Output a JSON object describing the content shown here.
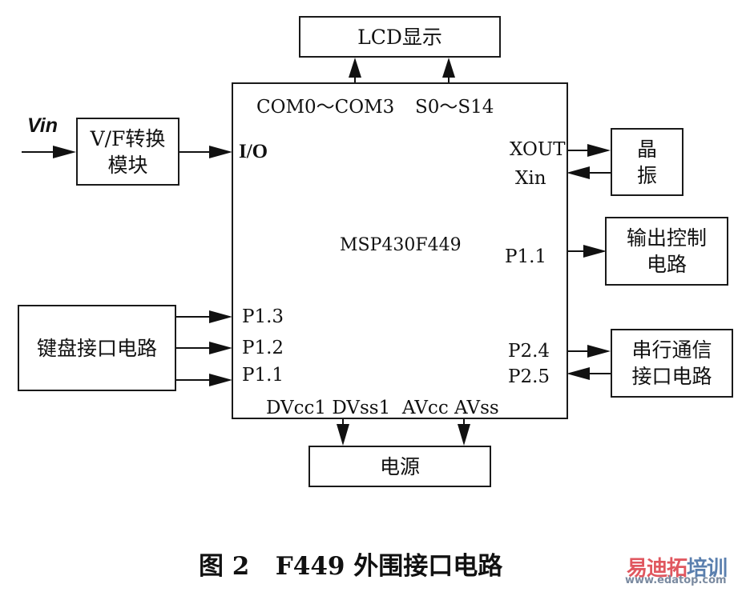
{
  "figure": {
    "caption": "图 2   F449 外围接口电路",
    "chip": {
      "name": "MSP430F449",
      "pins": {
        "lcd_com": "COM0～COM3",
        "lcd_seg": "S0～S14",
        "io": "I/O",
        "xout": "XOUT",
        "xin": "Xin",
        "out_p11": "P1.1",
        "kb_p13": "P1.3",
        "kb_p12": "P1.2",
        "kb_p11": "P1.1",
        "p24": "P2.4",
        "p25": "P2.5",
        "power": "DVcc1 DVss1  AVcc AVss"
      }
    },
    "blocks": {
      "lcd": "LCD显示",
      "vf_line1": "V/F转换",
      "vf_line2": "模块",
      "crystal_line1": "晶",
      "crystal_line2": "振",
      "output_line1": "输出控制",
      "output_line2": "电路",
      "keyboard": "键盘接口电路",
      "serial_line1": "串行通信",
      "serial_line2": "接口电路",
      "power": "电源"
    },
    "input_label": "Vin"
  },
  "watermark": {
    "cn_red": "易迪拓",
    "cn_blue": "培训",
    "url": "www.edatop.com",
    "red": "#e0575f",
    "blue": "#5a7fae",
    "url_color": "#7a8aa0"
  }
}
